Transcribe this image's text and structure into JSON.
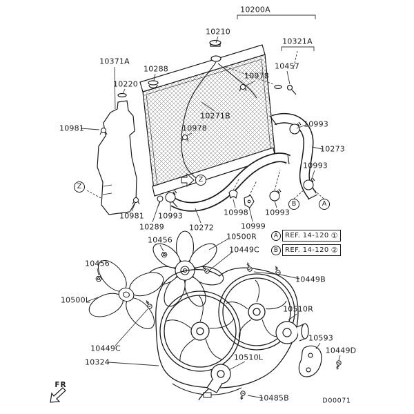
{
  "page": {
    "background": "#ffffff",
    "ink": "#1a1a1a"
  },
  "footer": {
    "front_marker": "FR",
    "diagram_code": "D00071"
  },
  "ref_notes": [
    {
      "view": "A",
      "text": "REF. 14-120",
      "sheet": "①"
    },
    {
      "view": "B",
      "text": "REF. 14-120",
      "sheet": "②"
    }
  ],
  "view_markers": [
    {
      "letter": "Z"
    },
    {
      "letter": "Z"
    },
    {
      "letter": "B"
    },
    {
      "letter": "A"
    }
  ],
  "part_labels": [
    {
      "text": "10200A"
    },
    {
      "text": "10210"
    },
    {
      "text": "10321A"
    },
    {
      "text": "10371A"
    },
    {
      "text": "10288"
    },
    {
      "text": "10457"
    },
    {
      "text": "10220"
    },
    {
      "text": "10978"
    },
    {
      "text": "10981"
    },
    {
      "text": "10271B"
    },
    {
      "text": "10978"
    },
    {
      "text": "10993"
    },
    {
      "text": "10273"
    },
    {
      "text": "10993"
    },
    {
      "text": "10981"
    },
    {
      "text": "10993"
    },
    {
      "text": "10289"
    },
    {
      "text": "10272"
    },
    {
      "text": "10998"
    },
    {
      "text": "10999"
    },
    {
      "text": "10993"
    },
    {
      "text": "10456"
    },
    {
      "text": "10500R"
    },
    {
      "text": "10449C"
    },
    {
      "text": "10456"
    },
    {
      "text": "10449B"
    },
    {
      "text": "10500L"
    },
    {
      "text": "10510R"
    },
    {
      "text": "10449C"
    },
    {
      "text": "10324"
    },
    {
      "text": "10510L"
    },
    {
      "text": "10593"
    },
    {
      "text": "10449D"
    },
    {
      "text": "10485B"
    }
  ]
}
